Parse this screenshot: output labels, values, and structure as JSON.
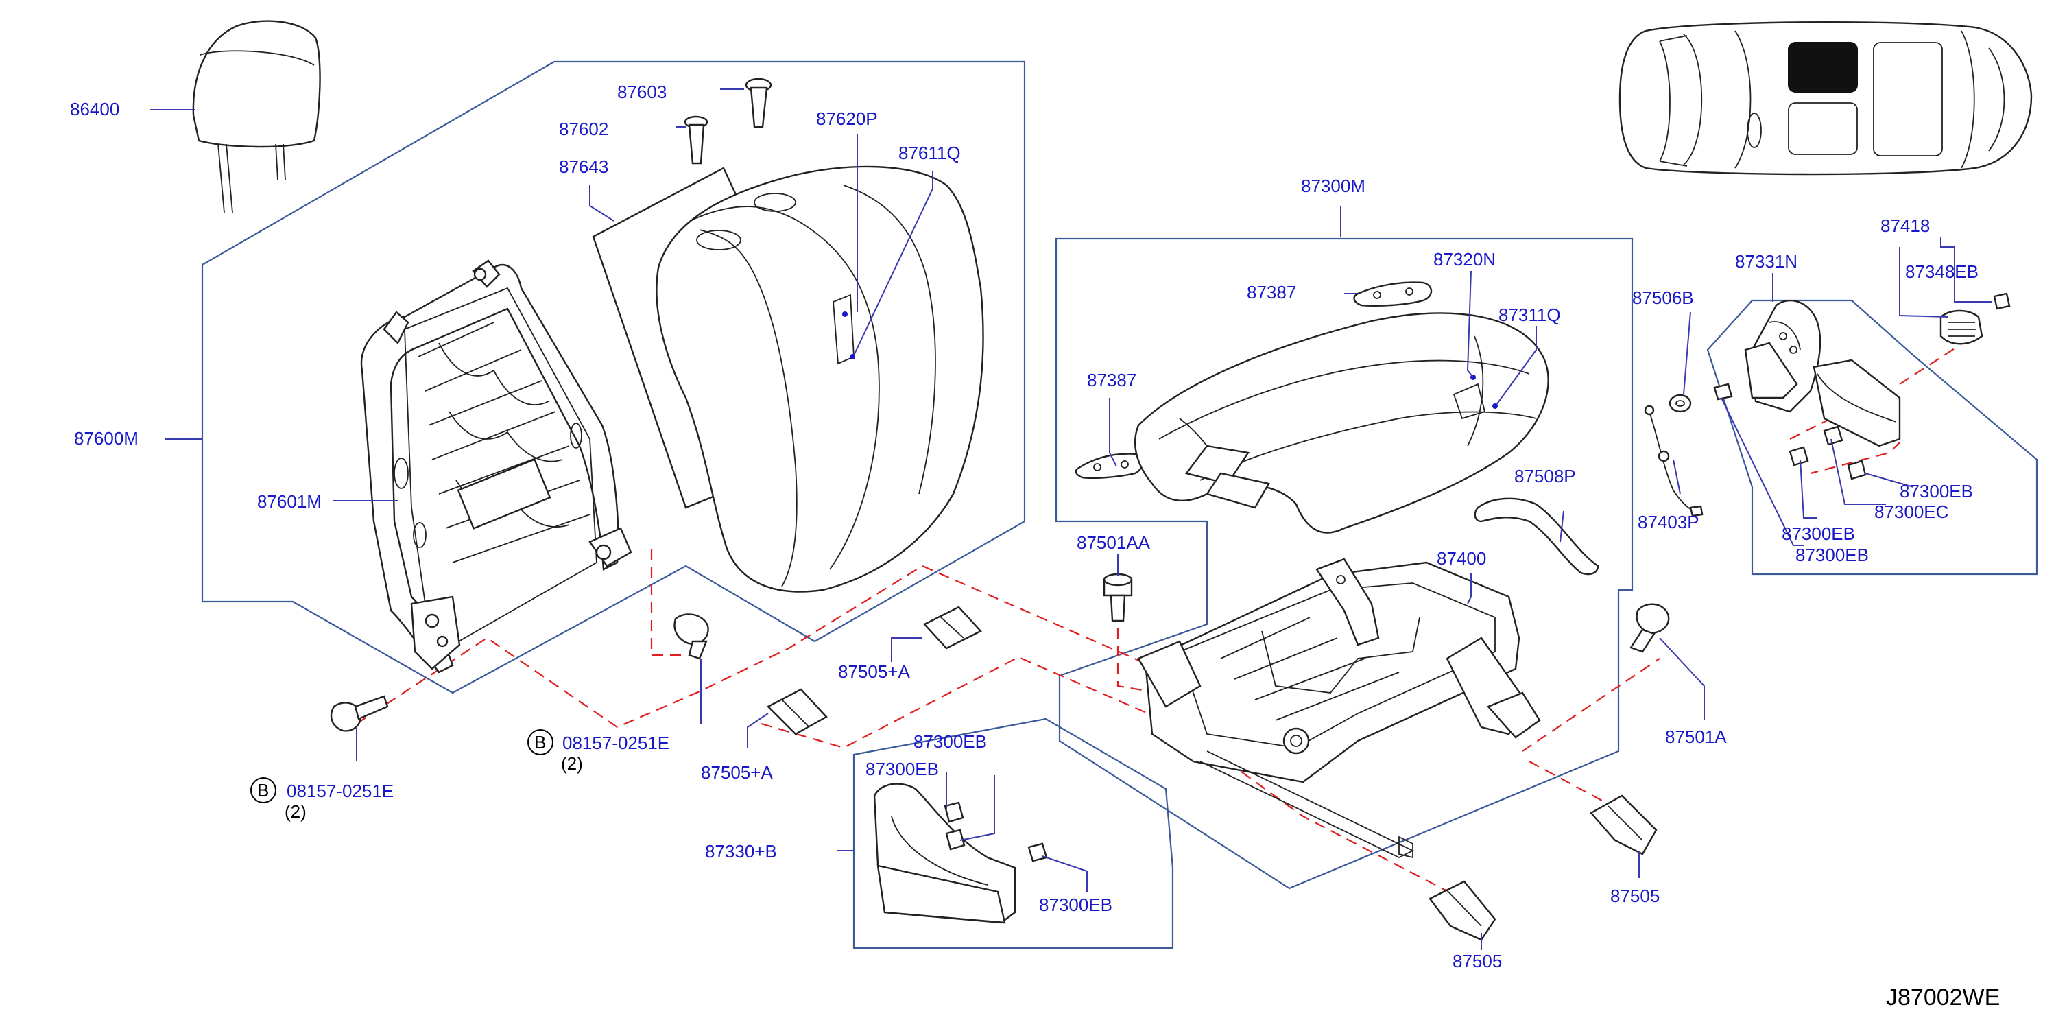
{
  "diagram_code": "J87002WE",
  "part_numbers": {
    "headrest": "86400",
    "back_frame_assy": "87600M",
    "back_frame": "87601M",
    "pin_1": "87603",
    "pin_2": "87602",
    "back_pad": "87643",
    "back_trim_clip": "87620P",
    "back_trim": "87611Q",
    "cushion_assy": "87300M",
    "cushion_clip": "87320N",
    "cushion_wire_1": "87387",
    "cushion_wire_2": "87387",
    "cushion_trim": "87311Q",
    "cushion_frame": "87400",
    "cushion_cover": "87508P",
    "cushion_bolt": "87501AA",
    "side_bolt": "87501A",
    "cover_1": "87505+A",
    "cover_2": "87505+A",
    "cover_3": "87505",
    "cover_4": "87505",
    "lower_finisher": "87330+B",
    "lower_clip_1": "87300EB",
    "lower_clip_2": "87300EB",
    "lower_clip_3": "87300EB",
    "cable": "87403P",
    "cap": "87506B",
    "side_finisher": "87331N",
    "knob": "87418",
    "knob_clip": "87348EB",
    "side_clip_1": "87300EB",
    "side_clip_2": "87300EC",
    "side_clip_3": "87300EB",
    "side_clip_4": "87300EB"
  },
  "bolts": {
    "left_bolt": {
      "circle_letter": "B",
      "number": "08157-0251E",
      "qty": "(2)"
    },
    "mid_bolt": {
      "circle_letter": "B",
      "number": "08157-0251E",
      "qty": "(2)"
    }
  },
  "colors": {
    "label": "#1818c8",
    "dashed_line": "#e02020",
    "frame_box": "#3c5a9a",
    "sunroof_highlight": "#111111"
  }
}
